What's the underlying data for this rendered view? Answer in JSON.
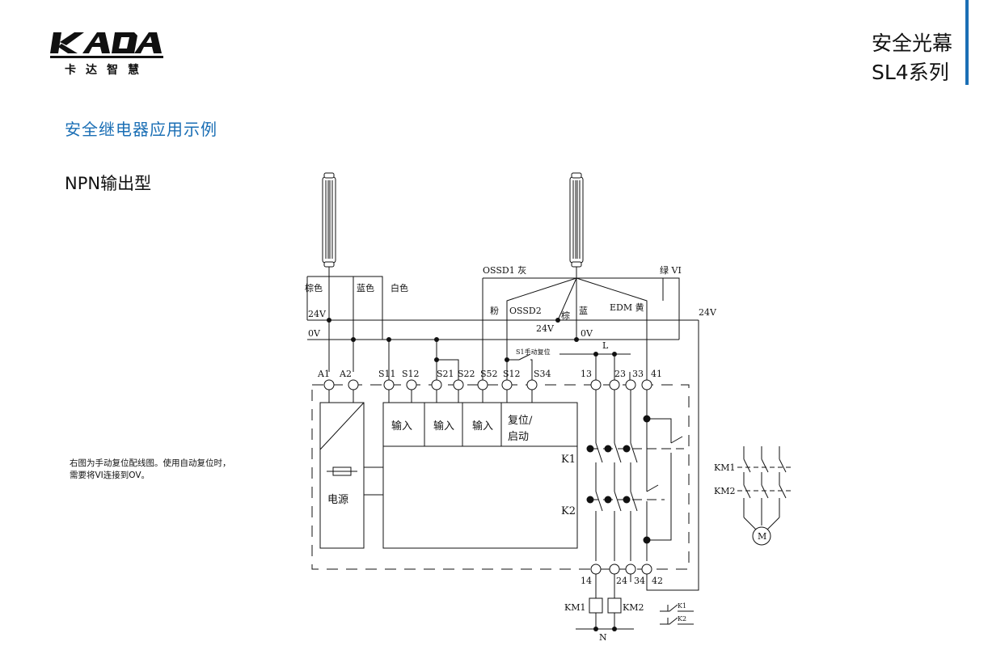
{
  "header": {
    "logo_text": "KADA",
    "logo_sub": "卡达智慧",
    "title_line1": "安全光幕",
    "title_line2": "SL4系列",
    "accent_color": "#1b6fb5"
  },
  "section_title": "安全继电器应用示例",
  "sub_title": "NPN输出型",
  "note_line1": "右图为手动复位配线图。使用自动复位时，",
  "note_line2": "需要将VI连接到OV。",
  "diagram": {
    "wires": {
      "brown": "棕色",
      "blue": "蓝色",
      "white": "白色",
      "ossd1_gray": "OSSD1 灰",
      "green_vi": "绿 VI",
      "pink": "粉",
      "ossd2": "OSSD2",
      "brown2": "棕",
      "blue2": "蓝",
      "edm_yellow": "EDM 黄",
      "v24_a": "24V",
      "v0_a": "0V",
      "v24_b": "24V",
      "v0_b": "0V",
      "v24_c": "24V"
    },
    "switch_label": "S1手动复位",
    "line_L": "L",
    "line_N": "N",
    "terminals_top": [
      "A1",
      "A2",
      "S11",
      "S12",
      "S21",
      "S22",
      "S52",
      "S12",
      "S34",
      "13",
      "23",
      "33",
      "41"
    ],
    "terminals_bottom": [
      "14",
      "24",
      "34",
      "42"
    ],
    "blocks": {
      "input1": "输入",
      "input2": "输入",
      "input3": "输入",
      "reset_line1": "复位/",
      "reset_line2": "启动",
      "power": "电源"
    },
    "relays": {
      "k1": "K1",
      "k2": "K2"
    },
    "coils": {
      "km1": "KM1",
      "km2": "KM2"
    },
    "legend": {
      "k1": "K1",
      "k2": "K2"
    },
    "motor": {
      "km1": "KM1",
      "km2": "KM2",
      "m": "M"
    }
  }
}
